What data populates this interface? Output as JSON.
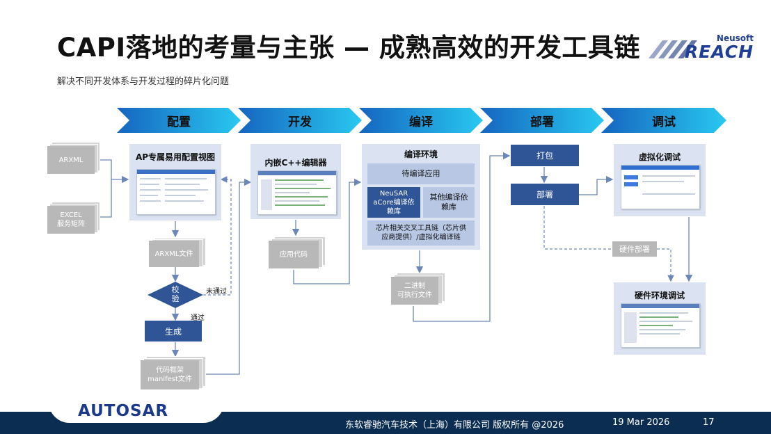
{
  "header": {
    "title": "CAPI落地的考量与主张 — 成熟高效的开发工具链",
    "subtitle": "解决不同开发体系与开发过程的碎片化问题",
    "logo_small": "Neusoft",
    "logo_main": "REACH"
  },
  "stages": [
    "配置",
    "开发",
    "编译",
    "部署",
    "调试"
  ],
  "config": {
    "input_arxml": "ARXML",
    "input_excel": "EXCEL\n服务矩阵",
    "panel_title": "AP专属易用配置视图",
    "output_arxml": "ARXML文件",
    "check": "校\n验",
    "fail_label": "未通过",
    "pass_label": "通过",
    "generate": "生成",
    "framework_files": "代码框架\nmanifest文件"
  },
  "develop": {
    "panel_title": "内嵌C++编辑器",
    "app_code": "应用代码"
  },
  "compile": {
    "env_title": "编译环境",
    "pending_app": "待编译应用",
    "neusar_lib": "NeuSAR\naCore编译依\n赖库",
    "other_lib": "其他编译依\n赖库",
    "toolchain": "芯片相关交叉工具链（芯片供\n应商提供）/虚拟化编译链",
    "binary": "二进制\n可执行文件"
  },
  "deploy": {
    "package": "打包",
    "deploy": "部署",
    "hw_deploy": "硬件部署"
  },
  "debug": {
    "virtual": "虚拟化调试",
    "hardware": "硬件环境调试"
  },
  "footer": {
    "brand": "AUTOSAR",
    "copyright": "东软睿驰汽车技术（上海）有限公司 版权所有 @2026",
    "date": "19 Mar  2026",
    "page": "17"
  },
  "colors": {
    "stage_gradient_start": "#1565c0",
    "stage_gradient_end": "#29c8f0",
    "dark_box": "#2f5597",
    "footer": "#0b2d52"
  }
}
